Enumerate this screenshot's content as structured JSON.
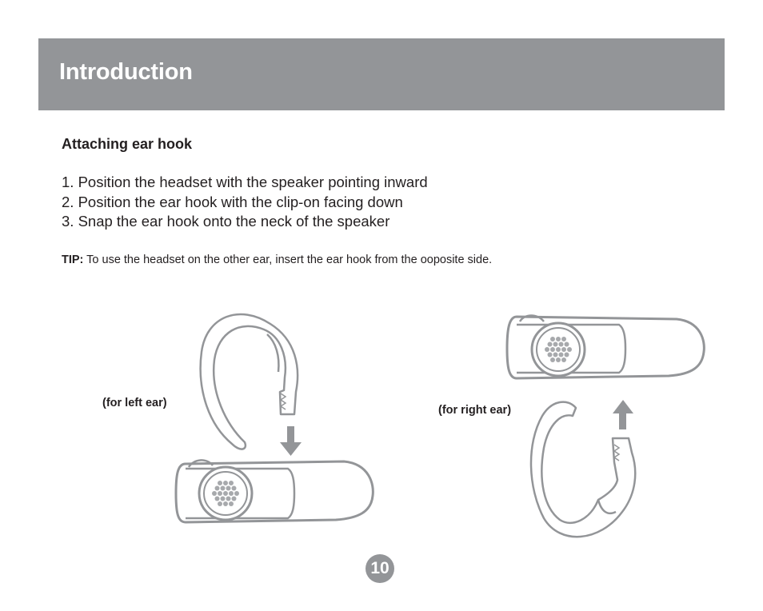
{
  "header": {
    "title": "Introduction",
    "color": "#939598"
  },
  "section": {
    "heading": "Attaching ear hook",
    "steps": [
      "1. Position the headset with the speaker pointing inward",
      "2. Position the ear hook with the clip-on facing down",
      "3. Snap the ear hook onto the neck of the speaker"
    ],
    "tip_label": "TIP:",
    "tip_text": " To use the headset on the other ear, insert the ear hook from the ooposite side."
  },
  "illustrations": {
    "left_caption": "(for left ear)",
    "right_caption": "(for right ear)",
    "left_arrow": "arrow-down-icon",
    "right_arrow": "arrow-up-icon"
  },
  "footer": {
    "page_number": "10"
  }
}
